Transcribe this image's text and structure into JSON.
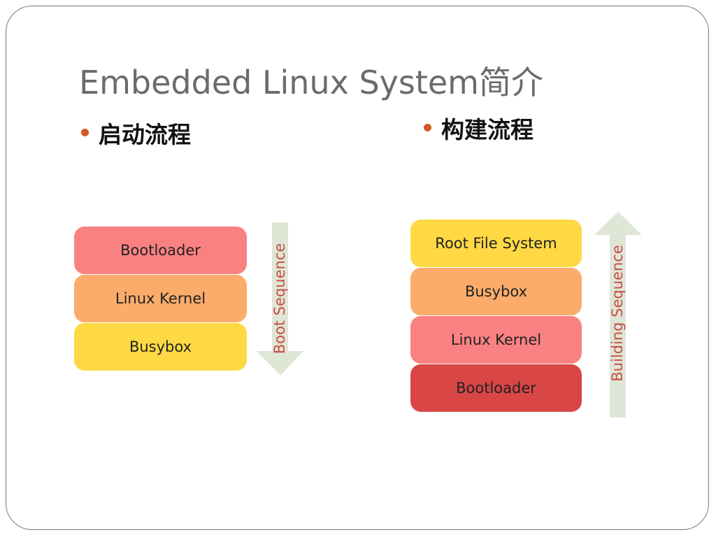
{
  "slide": {
    "title": "Embedded Linux System简介",
    "bullets": [
      "启动流程",
      "构建流程"
    ]
  },
  "boot_diagram": {
    "layers": [
      {
        "label": "Bootloader",
        "color": "#fa8181"
      },
      {
        "label": "Linux Kernel",
        "color": "#fbac6b"
      },
      {
        "label": "Busybox",
        "color": "#fed944"
      }
    ],
    "arrow_label": "Boot Sequence",
    "arrow_direction": "down",
    "arrow_color": "#dfe6d5"
  },
  "build_diagram": {
    "layers": [
      {
        "label": "Root File System",
        "color": "#fed944"
      },
      {
        "label": "Busybox",
        "color": "#fbac6b"
      },
      {
        "label": "Linux Kernel",
        "color": "#fa8181"
      },
      {
        "label": "Bootloader",
        "color": "#d94646"
      }
    ],
    "arrow_label": "Building Sequence",
    "arrow_direction": "up",
    "arrow_color": "#dfe6d5"
  },
  "colors": {
    "title_text": "#6b6b6b",
    "bullet_dot": "#d35a24",
    "arrow_text": "#c94c4a"
  }
}
